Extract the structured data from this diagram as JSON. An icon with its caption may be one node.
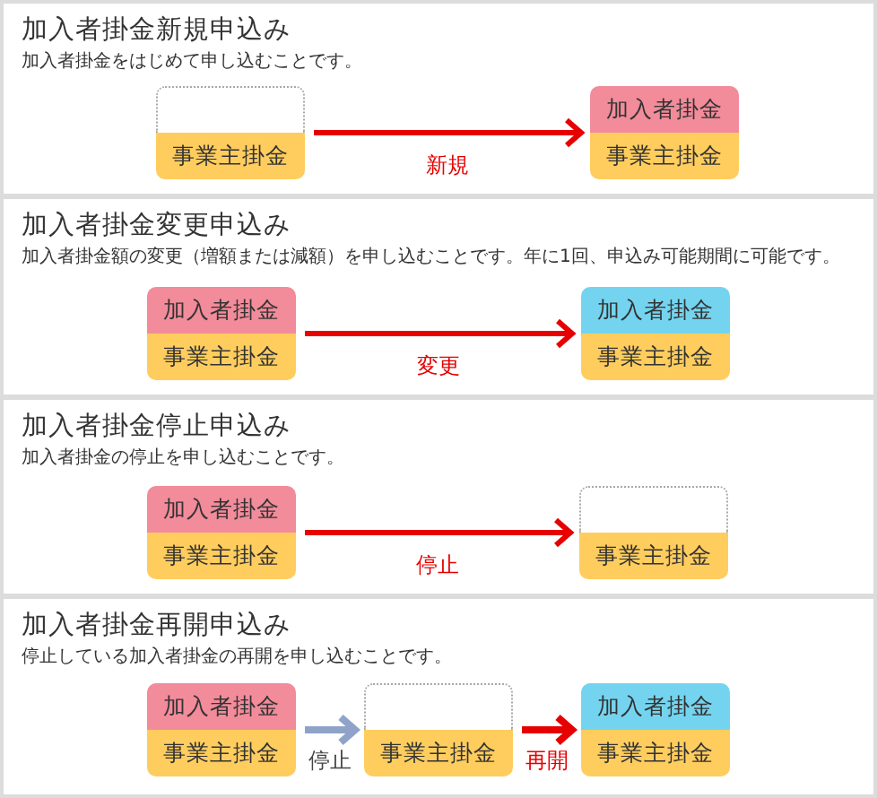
{
  "diagram": {
    "nodes": [
      {
        "text": [
          "加入者掛金新規申込み",
          "加入者掛金をはじめて申し込むことです。"
        ]
      },
      {
        "text": [
          "事業主掛金"
        ],
        "in": 0
      },
      {
        "text": [
          "加入者掛金",
          "事業主掛金"
        ],
        "in": 0
      },
      {
        "text": [
          "加入者掛金変更申込み",
          "加入者掛金額の変更（増額または減額）を申し込むことです。年に1回、申込み可能期間に可能です。"
        ]
      },
      {
        "text": [
          "加入者掛金",
          "事業主掛金"
        ],
        "in": 3
      },
      {
        "text": [
          "加入者掛金",
          "事業主掛金"
        ],
        "in": 3
      },
      {
        "text": [
          "加入者掛金停止申込み",
          "加入者掛金の停止を申し込むことです。"
        ]
      },
      {
        "text": [
          "加入者掛金",
          "事業主掛金"
        ],
        "in": 6
      },
      {
        "text": [
          "事業主掛金"
        ],
        "in": 6
      },
      {
        "text": [
          "加入者掛金再開申込み",
          "停止している加入者掛金の再開を申し込むことです。"
        ]
      },
      {
        "text": [
          "加入者掛金",
          "事業主掛金"
        ],
        "in": 9
      },
      {
        "text": [
          "事業主掛金"
        ],
        "in": 9
      },
      {
        "text": [
          "加入者掛金",
          "事業主掛金"
        ],
        "in": 9
      }
    ],
    "edges": [
      {
        "from": 1,
        "to": 2,
        "arrow": "to",
        "label": "新規"
      },
      {
        "from": 4,
        "to": 5,
        "arrow": "to",
        "label": "変更"
      },
      {
        "from": 7,
        "to": 8,
        "arrow": "to",
        "label": "停止"
      },
      {
        "from": 10,
        "to": 11,
        "arrow": "to",
        "label": "停止",
        "color": "#8fa3c9"
      },
      {
        "from": 11,
        "to": 12,
        "arrow": "to",
        "label": "再開"
      }
    ]
  }
}
